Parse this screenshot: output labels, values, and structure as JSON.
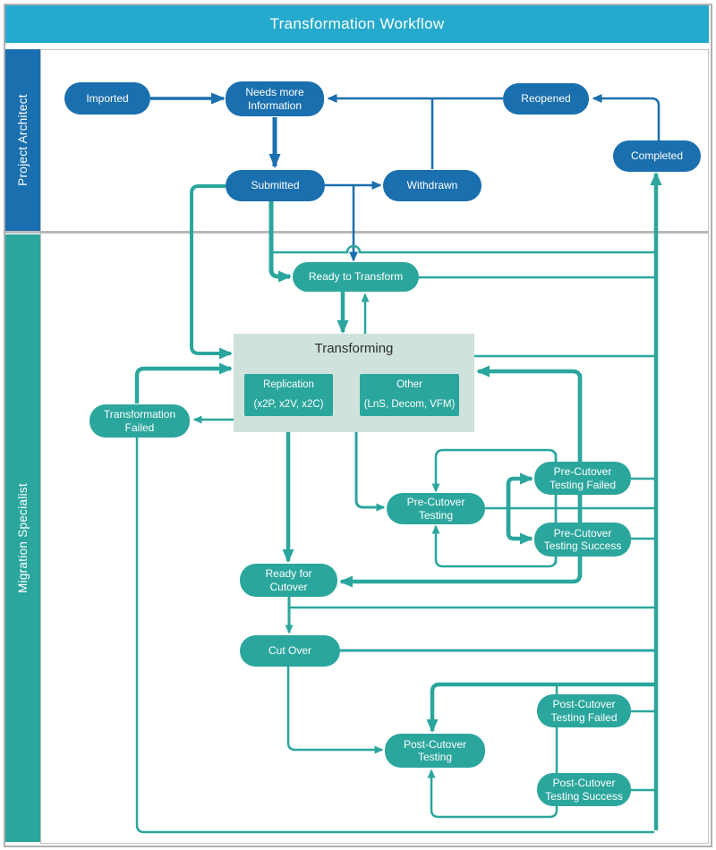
{
  "title": "Transformation Workflow",
  "lanes": {
    "architect": "Project Architect",
    "migration": "Migration Specialist"
  },
  "colors": {
    "header_cyan": "#25aacd",
    "architect_blue": "#1a6fae",
    "migration_teal": "#2ba69d",
    "panel_sage": "#cfe2dc",
    "border_gray": "#b1b1b1"
  },
  "nodes": {
    "imported": "Imported",
    "needs_more_information": "Needs more\nInformation",
    "reopened": "Reopened",
    "completed": "Completed",
    "submitted": "Submitted",
    "withdrawn": "Withdrawn",
    "ready_to_transform": "Ready to Transform",
    "transforming": "Transforming",
    "replication": "Replication\n(x2P, x2V, x2C)",
    "other": "Other\n(LnS, Decom, VFM)",
    "transformation_failed": "Transformation\nFailed",
    "pre_cutover_testing": "Pre-Cutover\nTesting",
    "pre_cutover_testing_failed": "Pre-Cutover\nTesting Failed",
    "pre_cutover_testing_success": "Pre-Cutover\nTesting Success",
    "ready_for_cutover": "Ready for\nCutover",
    "cut_over": "Cut Over",
    "post_cutover_testing": "Post-Cutover\nTesting",
    "post_cutover_testing_failed": "Post-Cutover\nTesting Failed",
    "post_cutover_testing_success": "Post-Cutover\nTesting Success"
  }
}
